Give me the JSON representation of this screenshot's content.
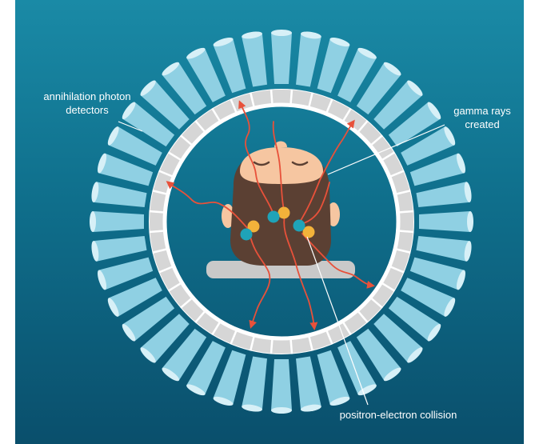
{
  "labels": {
    "detectors": "annihilation photon\ndetectors",
    "gamma_rays": "gamma rays\ncreated",
    "collision": "positron-electron collision"
  },
  "diagram": {
    "detector_count": 40,
    "colors": {
      "background_top": "#1a8aa6",
      "background_bottom": "#0a4f6c",
      "detector": "#8fd0e3",
      "detector_cap": "#d7f0f7",
      "ring": "#d6d6d6",
      "ring_edge": "#ffffff",
      "gamma_ray": "#e8513a",
      "positron": "#1fa3b8",
      "electron": "#f2b23a",
      "hair": "#5b4033",
      "skin": "#f6c6a1",
      "bed": "#c9c9c9"
    }
  }
}
